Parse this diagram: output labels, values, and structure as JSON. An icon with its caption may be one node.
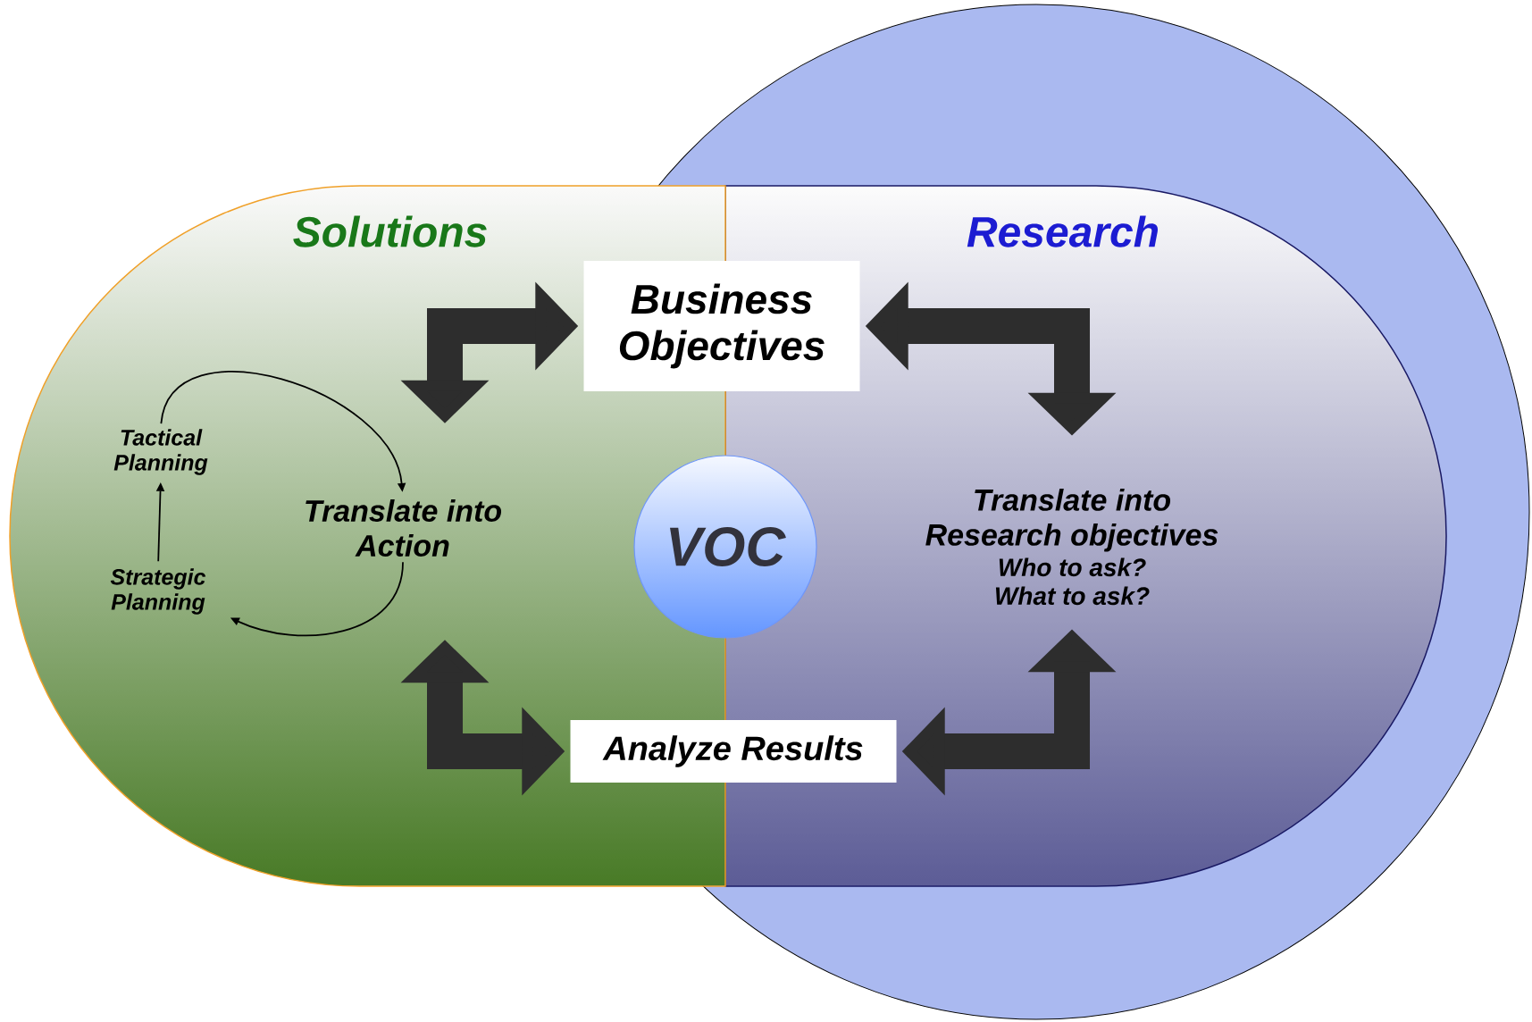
{
  "diagram": {
    "nodes": [
      {
        "text": [
          "Solutions"
        ]
      },
      {
        "text": [
          "Research"
        ]
      },
      {
        "text": [
          "Business Objectives"
        ]
      },
      {
        "text": [
          "Analyze Results"
        ]
      },
      {
        "text": [
          "VOC"
        ]
      },
      {
        "text": [
          "Translate into Action"
        ],
        "in": 0
      },
      {
        "text": [
          "Translate into Research objectives",
          "Who to ask? What to ask?"
        ],
        "in": 1
      },
      {
        "text": [
          "Tactical Planning"
        ],
        "in": 0
      },
      {
        "text": [
          "Strategic Planning"
        ],
        "in": 0
      }
    ],
    "edges": [
      {
        "from": 2,
        "to": 5,
        "arrow": "both"
      },
      {
        "from": 2,
        "to": 6,
        "arrow": "both"
      },
      {
        "from": 5,
        "to": 3,
        "arrow": "both"
      },
      {
        "from": 6,
        "to": 3,
        "arrow": "both"
      },
      {
        "from": 8,
        "to": 7,
        "arrow": "to"
      },
      {
        "from": 7,
        "to": 5,
        "arrow": "to"
      },
      {
        "from": 5,
        "to": 8,
        "arrow": "to"
      }
    ]
  }
}
